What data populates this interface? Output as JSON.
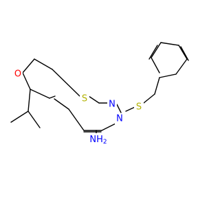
{
  "molecule": {
    "atom_labels": {
      "oxygen": "O",
      "sulfur_thiophene": "S",
      "nitrogen_upper": "N",
      "nitrogen_lower": "N",
      "sulfur_thioether": "S",
      "amine": "NH"
    },
    "amine_subscript": "2",
    "colors": {
      "oxygen": "#ff0000",
      "sulfur": "#b2b200",
      "nitrogen": "#0000ff",
      "bond": "#000000"
    }
  }
}
